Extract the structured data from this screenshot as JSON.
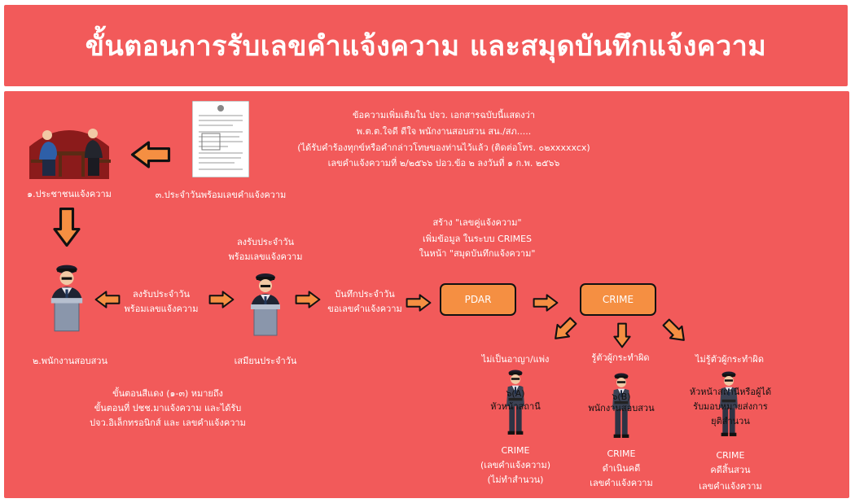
{
  "header": {
    "title": "ขั้นตอนการรับเลขคำแจ้งความ และสมุดบันทึกแจ้งความ"
  },
  "colors": {
    "panel": "#f25a5a",
    "box": "#f58f42",
    "arrow": "#f58f42",
    "outline": "#111111",
    "text_white": "#ffffff"
  },
  "diagram": {
    "citizen_label": "๑.ประชาชนแจ้งความ",
    "diary_label": "๓.ประจำวันพร้อมเลขคำแจ้งความ",
    "note_lines": [
      "ข้อความเพิ่มเติมใน ปจว. เอกสารฉบับนี้แสดงว่า",
      "พ.ต.ต.ใจดี ดีใจ พนักงานสอบสวน สน./สภ.....",
      "(ได้รับคำร้องทุกข์หรือคำกล่าวโทษของท่านไว้แล้ว (ติดต่อโทร. ๐๒xxxxxcx)",
      "เลขคำแจ้งความที่ ๒/๒๕๖๖ ปอว.ข้อ ๒ ลงวันที่ ๑ ก.พ. ๒๕๖๖"
    ],
    "investigator_label": "๒.พนักงานสอบสวน",
    "record_left_lines": [
      "ลงรับประจำวัน",
      "พร้อมเลขแจ้งความ"
    ],
    "record_top_lines": [
      "ลงรับประจำวัน",
      "พร้อมเลขแจ้งความ"
    ],
    "clerk_label": "เสมียนประจำวัน",
    "log_lines": [
      "บันทึกประจำวัน",
      "ขอเลขคำแจ้งความ"
    ],
    "create_lines": [
      "สร้าง \"เลขคู่แจ้งความ\"",
      "เพิ่มข้อมูล ในระบบ CRIMES",
      "ในหน้า \"สมุดบันทึกแจ้งความ\""
    ],
    "pdar_label": "PDAR",
    "crime_label": "CRIME",
    "red_steps_lines": [
      "ขั้นตอนสีแดง (๑-๓) หมายถึง",
      "ขั้นตอนที่ ปชช.มาแจ้งความ และได้รับ",
      "ปจว.อิเล็กทรอนิกส์ และ เลขคำแจ้งความ"
    ],
    "branches": [
      {
        "heading": "ไม่เป็นอาญา/แพ่ง",
        "badge": "๖(A)",
        "officer": "หัวหน้าสถานี",
        "result_lines": [
          "CRIME",
          "(เลขคำแจ้งความ)",
          "(ไม่ทำสำนวน)"
        ]
      },
      {
        "heading": "รู้ตัวผู้กระทำผิด",
        "badge": "๖(B)",
        "officer": "พนักงานสอบสวน",
        "result_lines": [
          "CRIME",
          "ดำเนินคดี",
          "เลขคำแจ้งความ"
        ]
      },
      {
        "heading": "ไม่รู้ตัวผู้กระทำผิด",
        "badge": "",
        "officer_lines": [
          "หัวหน้าสถานีหรือผู้ได้",
          "รับมอบหมายส่งการ",
          "ยุติสำนวน"
        ],
        "result_lines": [
          "CRIME",
          "คดีสิ้นสวน",
          "เลขคำแจ้งความ"
        ]
      }
    ]
  }
}
